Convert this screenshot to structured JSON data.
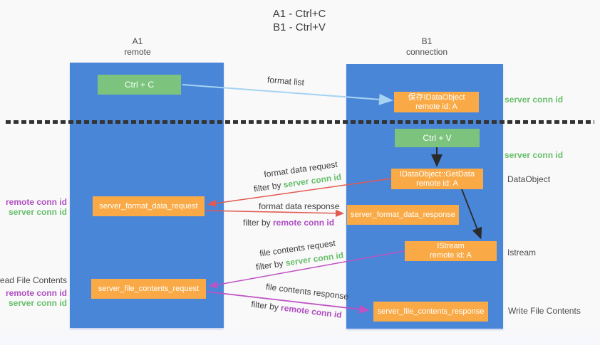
{
  "title": {
    "line1": "A1 - Ctrl+C",
    "line2": "B1 - Ctrl+V"
  },
  "lanes": {
    "left": {
      "name": "A1",
      "role": "remote"
    },
    "right": {
      "name": "B1",
      "role": "connection"
    }
  },
  "nodes": {
    "ctrl_c": {
      "label": "Ctrl + C"
    },
    "save_idataobject": {
      "line1": "保存IDataObject",
      "line2": "remote id: A"
    },
    "ctrl_v": {
      "label": "Ctrl + V"
    },
    "getdata": {
      "line1": "IDataObject::GetData",
      "line2": "remote id: A"
    },
    "server_format_data_request": {
      "label": "server_format_data_request"
    },
    "server_format_data_response": {
      "label": "server_format_data_response"
    },
    "istream": {
      "line1": "IStream",
      "line2": "remote id: A"
    },
    "server_file_contents_request": {
      "label": "server_file_contents_request"
    },
    "server_file_contents_response": {
      "label": "server_file_contents_response"
    }
  },
  "arrow_labels": {
    "format_list": "format list",
    "format_data_request": "format data request",
    "format_data_response": "format data response",
    "file_contents_request": "file contents request",
    "file_contents_response": "file contents response",
    "filter_by": "filter by ",
    "server_conn_id": "server conn id",
    "remote_conn_id": "remote conn id"
  },
  "margin_labels": {
    "server_conn_id_top": "server conn id",
    "server_conn_id_mid": "server conn id",
    "data_object": "DataObject",
    "istream": "Istream",
    "write_file_contents": "Write File Contents",
    "read_file_contents": "Read File Contents",
    "remote_conn_id": "remote conn id",
    "server_conn_id": "server conn id"
  },
  "colors": {
    "lane_blue": "#4a86d8",
    "node_green": "#7cc47e",
    "node_orange": "#f9aa47",
    "arrow_lightblue": "#a6d3f2",
    "arrow_red": "#e25a52",
    "arrow_magenta": "#bf52c4",
    "arrow_black": "#2a2a2a",
    "text_green": "#67bf6b",
    "text_purple": "#af4fc0"
  }
}
